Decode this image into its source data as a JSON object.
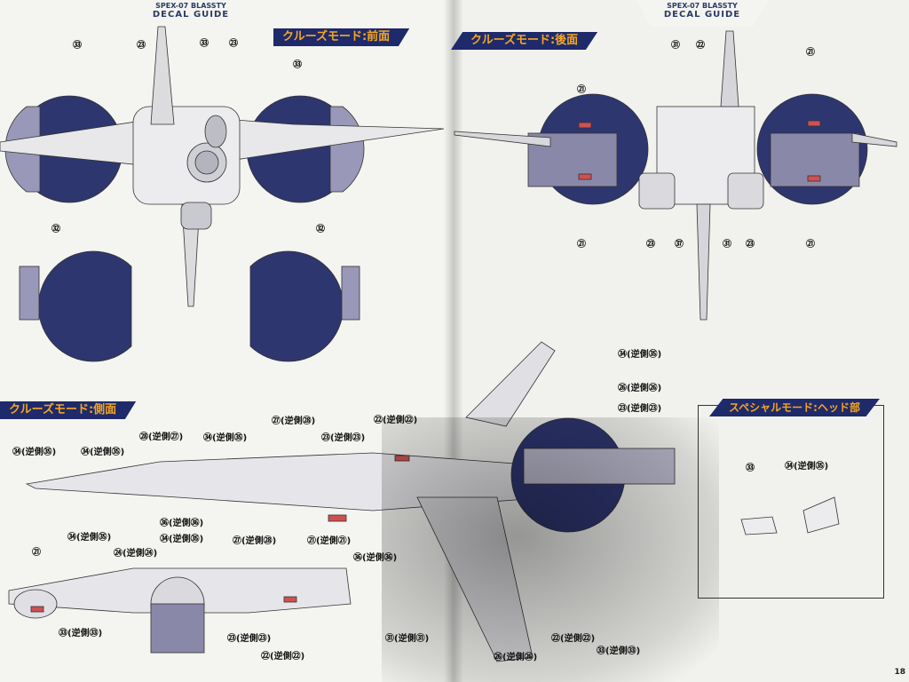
{
  "header": {
    "left": {
      "model": "SPEX-07 BLASSTY",
      "guide": "DECAL GUIDE"
    },
    "right": {
      "model": "SPEX-07 BLASSTY",
      "guide": "DECAL GUIDE"
    }
  },
  "sections": {
    "cruise_front": "クルーズモード:前面",
    "cruise_rear": "クルーズモード:後面",
    "cruise_side": "クルーズモード:側面",
    "special_head": "スペシャルモード:ヘッド部"
  },
  "front_labels": [
    "㉝",
    "㉓",
    "㉝",
    "㉓",
    "㉝",
    "㉜",
    "㉜"
  ],
  "rear_labels": [
    "㉑",
    "㉛",
    "㉒",
    "㉑",
    "㉑",
    "㉓",
    "㊲",
    "㉛",
    "㉓",
    "㉑"
  ],
  "side_labels": {
    "l1": "㉞(逆側㉟)",
    "l2": "㉖(逆側㉖)",
    "l3": "㉓(逆側㉓)",
    "l4": "㉗(逆側㉘)",
    "l5": "㉒(逆側㉒)",
    "l6": "㉘(逆側㉗)",
    "l7": "㉞(逆側㉟)",
    "l8": "㉓(逆側㉓)",
    "l9": "㉞(逆側㉟)",
    "l10": "㉞(逆側㉟)",
    "l11": "㊱(逆側㊱)",
    "l12": "㉞(逆側㉟)",
    "l13": "㉗(逆側㉘)",
    "l14": "㉑(逆側㉑)",
    "l15": "㉞(逆側㉟)",
    "l16": "㉔(逆側㉔)",
    "l17": "㊱(逆側㊱)",
    "l18": "㉝(逆側㉝)",
    "l19": "㉓(逆側㉓)",
    "l20": "㉒(逆側㉒)",
    "l21": "㉛(逆側㉛)",
    "l22": "㉒(逆側㉒)",
    "l23": "㉖(逆側㉖)",
    "l24": "㉝(逆側㉝)",
    "n21": "㉑"
  },
  "special_labels": {
    "a": "㉝",
    "b": "㉞(逆側㉟)"
  },
  "page_number": "18",
  "colors": {
    "navy": "#2e3670",
    "accent": "#f5a623",
    "band": "#6b7fa1"
  }
}
